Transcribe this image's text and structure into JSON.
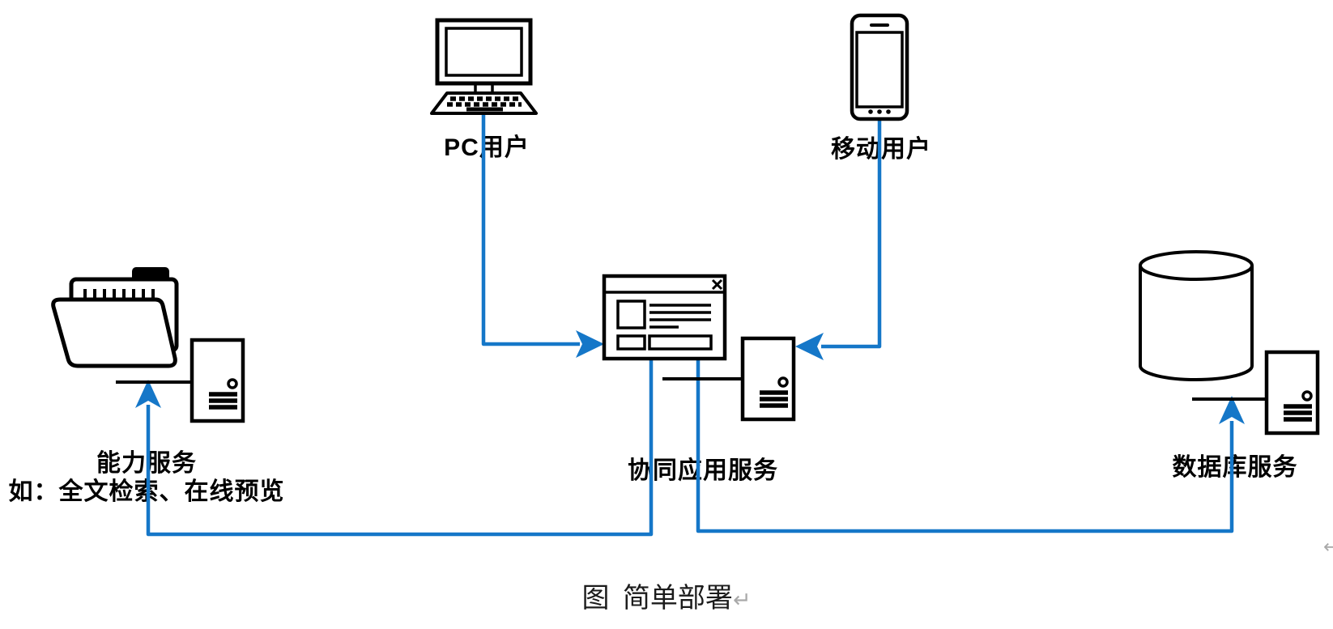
{
  "diagram": {
    "title_caption": "图 简单部署",
    "return_mark": "↵",
    "colors": {
      "connector_blue": "#1577c8",
      "icon_black": "#000000",
      "paragraph_mark_gray": "#a9a9a9",
      "background": "#ffffff"
    },
    "nodes": {
      "pc_user": {
        "label": "PC用户",
        "icon": "desktop-computer-icon"
      },
      "mobile_user": {
        "label": "移动用户",
        "icon": "smartphone-icon"
      },
      "collab_service": {
        "label": "协同应用服务",
        "icon": "app-window-icon + server-icon"
      },
      "capability_service": {
        "label": "能力服务",
        "sublabel": "如：全文检索、在线预览",
        "icon": "open-folder-icon + server-icon"
      },
      "db_service": {
        "label": "数据库服务",
        "icon": "database-cylinder-icon + server-icon"
      }
    },
    "edges": [
      {
        "from": "pc_user",
        "to": "collab_service",
        "style": "blue-arrow"
      },
      {
        "from": "mobile_user",
        "to": "collab_service",
        "style": "blue-arrow"
      },
      {
        "from": "collab_service",
        "to": "capability_service",
        "style": "blue-arrow"
      },
      {
        "from": "collab_service",
        "to": "db_service",
        "style": "blue-arrow"
      }
    ]
  }
}
